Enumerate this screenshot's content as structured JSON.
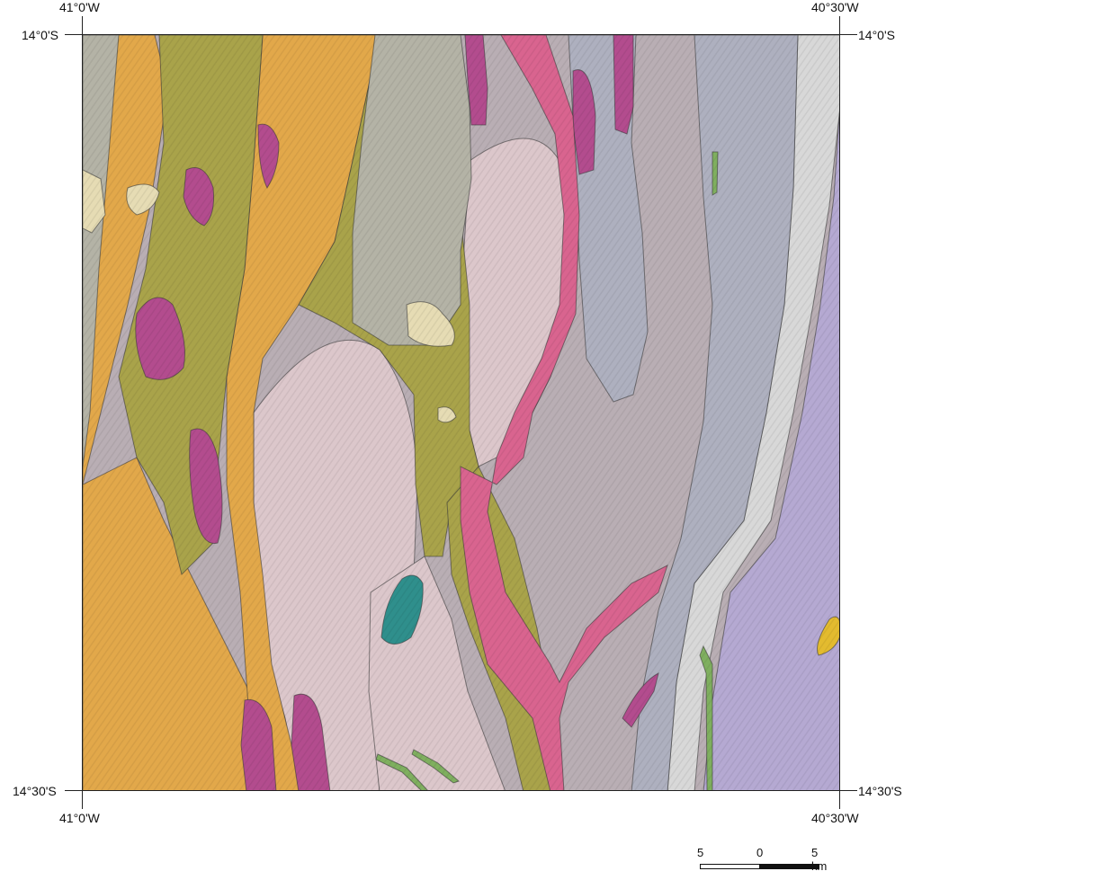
{
  "map": {
    "graticule": {
      "lon_left": "41°0'W",
      "lon_right": "40°30'W",
      "lat_top": "14°0'S",
      "lat_bottom": "14°30'S"
    },
    "scale_bar": {
      "label_left": "5",
      "label_center": "0",
      "label_right": "5 km"
    },
    "unit_colors": {
      "orange": "#e2a84a",
      "olive": "#a9a34a",
      "gray_green": "#b4b3a6",
      "magenta": "#b34c8e",
      "pink_red": "#d9648f",
      "light_pink": "#dcc7cb",
      "mauve_gray": "#b9aeb4",
      "blue_gray": "#aeb0bf",
      "white_ridge": "#d8d8d8",
      "lavender": "#b5a9d2",
      "teal": "#2f8f8c",
      "cream": "#e6dcb4",
      "green": "#7faf5f",
      "yellow": "#e3bb2f"
    }
  }
}
